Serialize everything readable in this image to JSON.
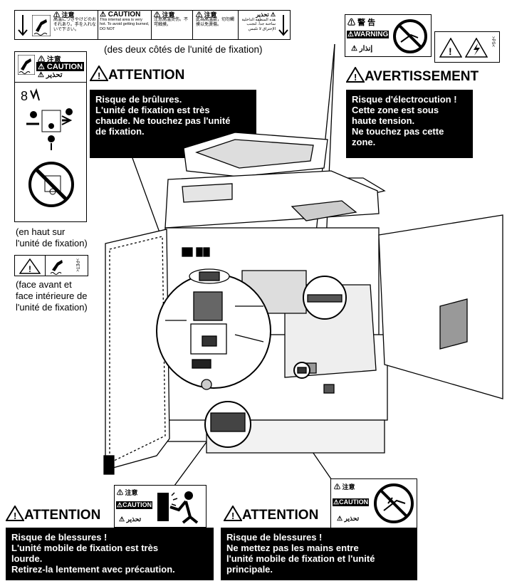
{
  "top_label": {
    "cells": [
      {
        "title": "⚠ 注意",
        "text": "高温につきやけどのおそれあり。手を入れないで下さい。"
      },
      {
        "title": "⚠ CAUTION",
        "text": "This internal area is very hot. To avoid getting burned, DO NOT"
      },
      {
        "title": "⚠ 注意",
        "text": "注意高温烫伤。不可触摸。"
      },
      {
        "title": "⚠ 注意",
        "text": "此為高溫處，切勿觸摸以免燙傷。"
      },
      {
        "title": "⚠ تحذير",
        "text": "هذه المنطقة الداخلية ساخنة جداً. لتجنب الإحتراق لا تلمس"
      }
    ]
  },
  "top_caption": "(des deux côtés de l'unité de fixation)",
  "left_label": {
    "title1": "⚠ 注意",
    "title2": "⚠ CAUTION",
    "title3": "⚠ تحذير"
  },
  "left_caption_1": [
    "(en haut sur",
    "l'unité de fixation)"
  ],
  "pet_label": ">PET<",
  "left_caption_2": [
    "(face avant et",
    "face intérieure de",
    "l'unité de fixation)"
  ],
  "attention_top": {
    "heading": "ATTENTION",
    "lines": [
      "Risque de brûlures.",
      "L'unité de fixation est très",
      "chaude. Ne touchez pas l'unité",
      "de fixation."
    ]
  },
  "warning_label": {
    "title1": "⚠ 警 告",
    "title2": "⚠WARNING",
    "title3": "⚠ إنذار",
    "ps": ">PS<"
  },
  "avertissement": {
    "heading": "AVERTISSEMENT",
    "lines": [
      "Risque d'électrocution !",
      "Cette zone est sous",
      "haute tension.",
      "Ne touchez pas cette",
      "zone."
    ]
  },
  "bottom_left_label": {
    "title1": "⚠ 注意",
    "title2": "⚠CAUTION",
    "title3": "⚠ تحذير"
  },
  "attention_bl": {
    "heading": "ATTENTION",
    "lines": [
      "Risque de blessures !",
      "L'unité mobile de fixation est très",
      "lourde.",
      "Retirez-la lentement avec précaution."
    ]
  },
  "bottom_right_label": {
    "title1": "⚠ 注意",
    "title2": "⚠CAUTION",
    "title3": "⚠ تحذير"
  },
  "attention_br": {
    "heading": "ATTENTION",
    "lines": [
      "Risque de blessures !",
      "Ne mettez pas les mains entre",
      "l'unité mobile de fixation et l'unité",
      "principale."
    ]
  }
}
